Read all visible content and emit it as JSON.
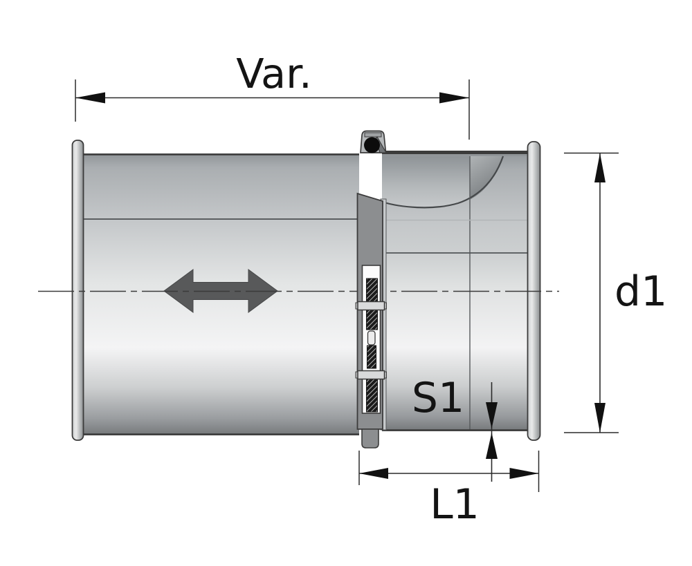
{
  "drawing": {
    "title": "telescopic-duct-connector-section-view",
    "labels": {
      "top_dimension": "Var.",
      "diameter_dimension": "d1",
      "wall_thickness_dimension": "S1",
      "sleeve_length_dimension": "L1"
    },
    "icons": {
      "slide_direction_icon": "double-headed-horizontal-arrow",
      "clamp_screw_icon": "worm-screw-cross-section"
    },
    "colors": {
      "background": "#ffffff",
      "outline": "#3b3b3b",
      "dimension_line": "#2a2a2a",
      "label_text": "#141414",
      "pipe_highlight": "#f4f4f5",
      "pipe_mid": "#c6c9cb",
      "pipe_shadow": "#76797b",
      "clamp_band": "#8c8e90",
      "slide_arrow": "#58595a",
      "screw_black": "#0c0c0c"
    }
  }
}
